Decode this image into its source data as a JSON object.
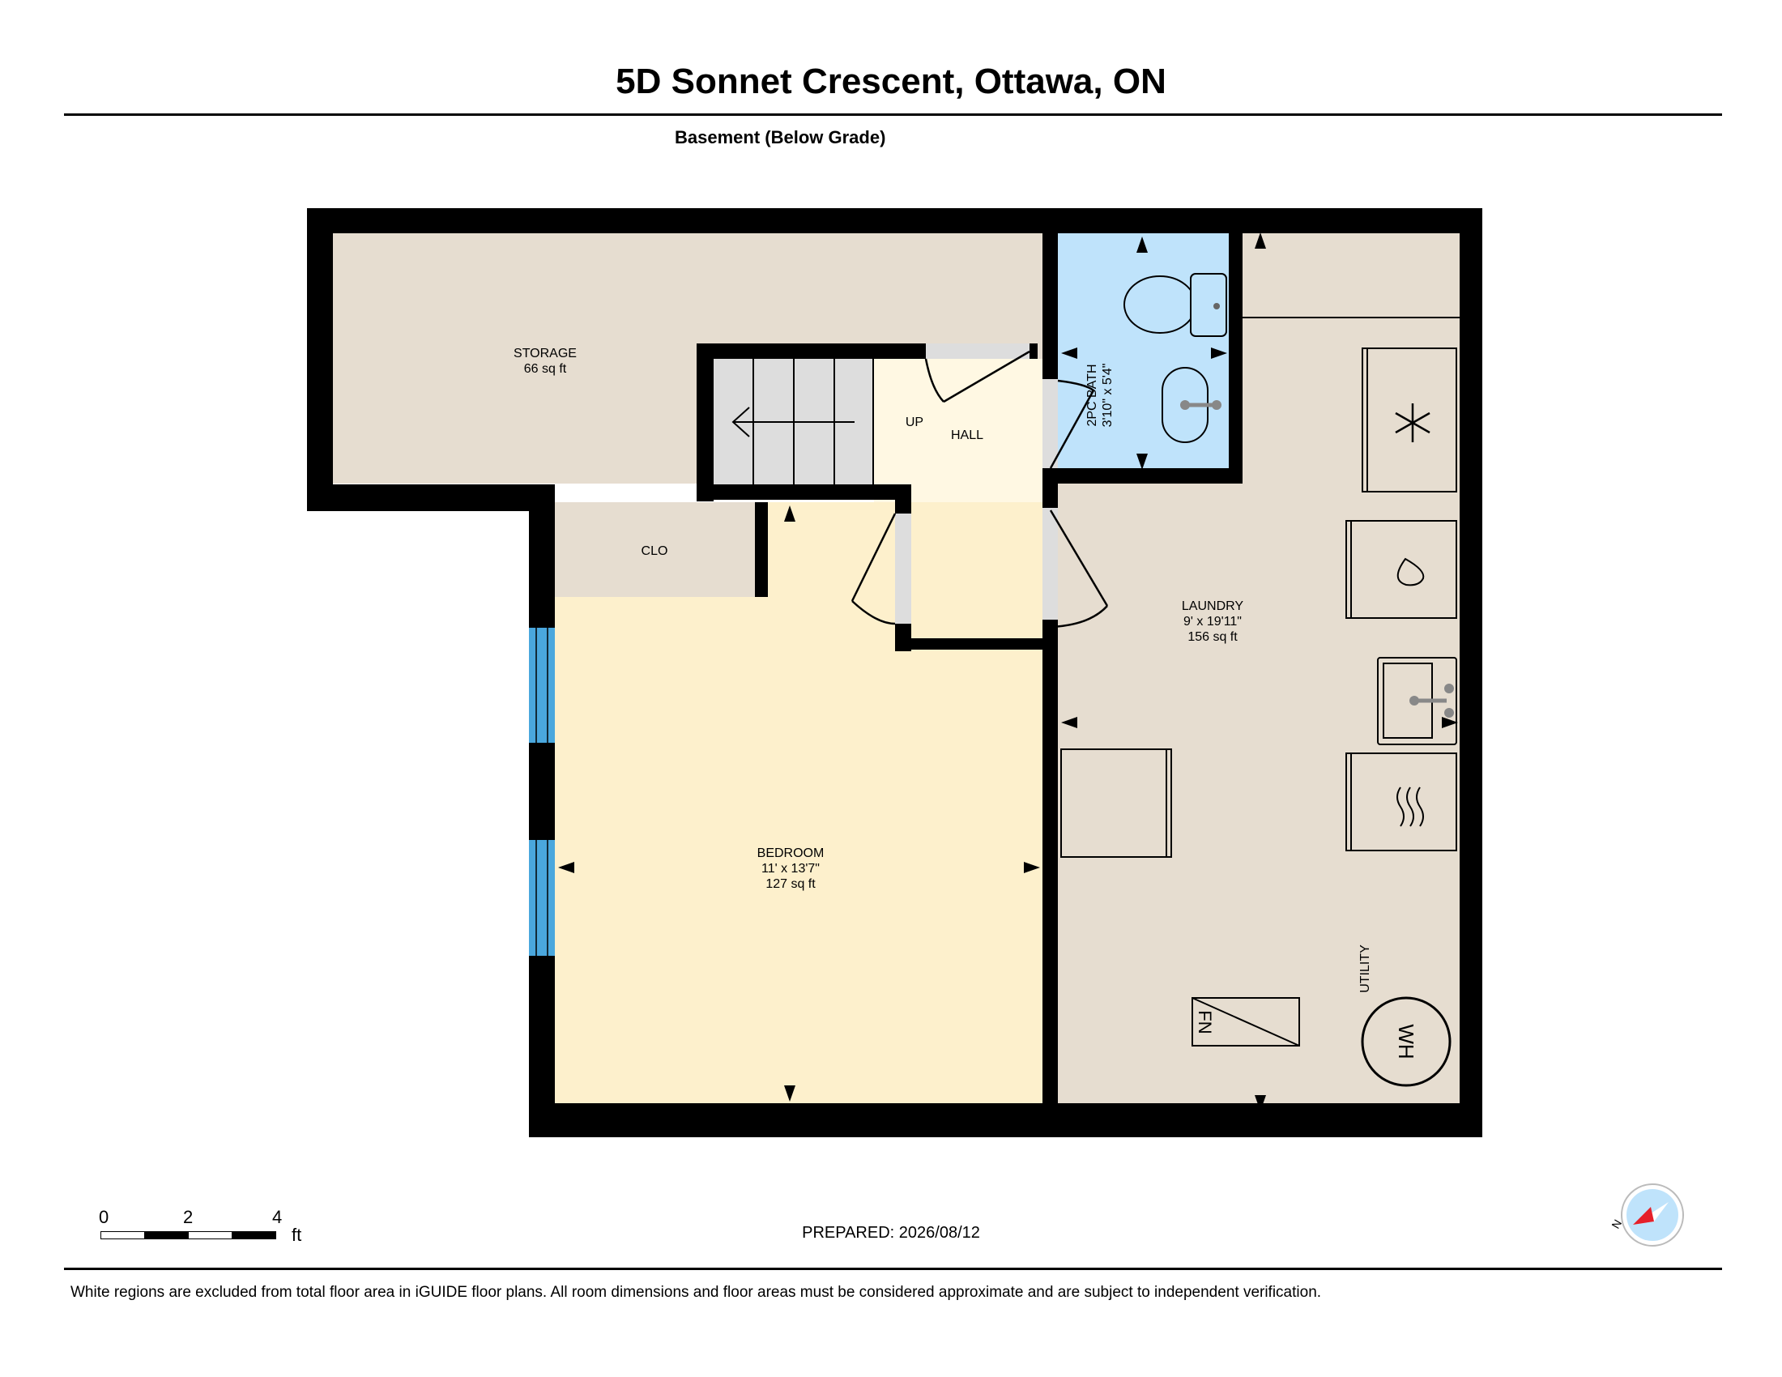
{
  "header": {
    "title": "5D Sonnet Crescent, Ottawa, ON",
    "floor": "Basement (Below Grade)"
  },
  "rooms": {
    "storage": {
      "name": "STORAGE",
      "area": "66 sq ft"
    },
    "stairs": {
      "label": "UP"
    },
    "hall": {
      "name": "HALL"
    },
    "bath": {
      "name": "2PC BATH",
      "dims": "3'10\" x 5'4\""
    },
    "closet": {
      "name": "CLO"
    },
    "laundry": {
      "name": "LAUNDRY",
      "dims": "9' x 19'11\"",
      "area": "156 sq ft"
    },
    "bedroom": {
      "name": "BEDROOM",
      "dims": "11' x 13'7\"",
      "area": "127 sq ft"
    },
    "utility": {
      "name": "UTILITY"
    },
    "furnace": {
      "label": "FN"
    },
    "water_heater": {
      "label": "WH"
    }
  },
  "scale": {
    "ticks": [
      "0",
      "2",
      "4"
    ],
    "unit": "ft"
  },
  "footer": {
    "prepared": "PREPARED: 2026/08/12",
    "disclaimer": "White regions are excluded from total floor area in iGUIDE floor plans. All room dimensions and floor areas must be considered approximate and are subject to independent verification."
  },
  "compass": {
    "label": "N"
  },
  "colors": {
    "wall": "#000000",
    "storage": "#e6ddd0",
    "laundry": "#e6ddd0",
    "bedroom": "#fdf0cc",
    "hall": "#fff8e3",
    "bath": "#bfe3fb",
    "stairs": "#dddddd",
    "window": "#4aa7dd",
    "compass_red": "#e5202a"
  }
}
